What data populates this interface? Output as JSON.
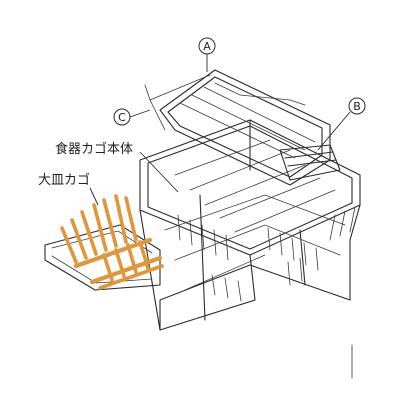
{
  "labels": {
    "rack_body": "食器カゴ本体",
    "plate_rack": "大皿カゴ"
  },
  "markers": {
    "a": "A",
    "b": "B",
    "c": "C"
  },
  "colors": {
    "highlight": "#e0963a",
    "line": "#2b2b2b"
  }
}
